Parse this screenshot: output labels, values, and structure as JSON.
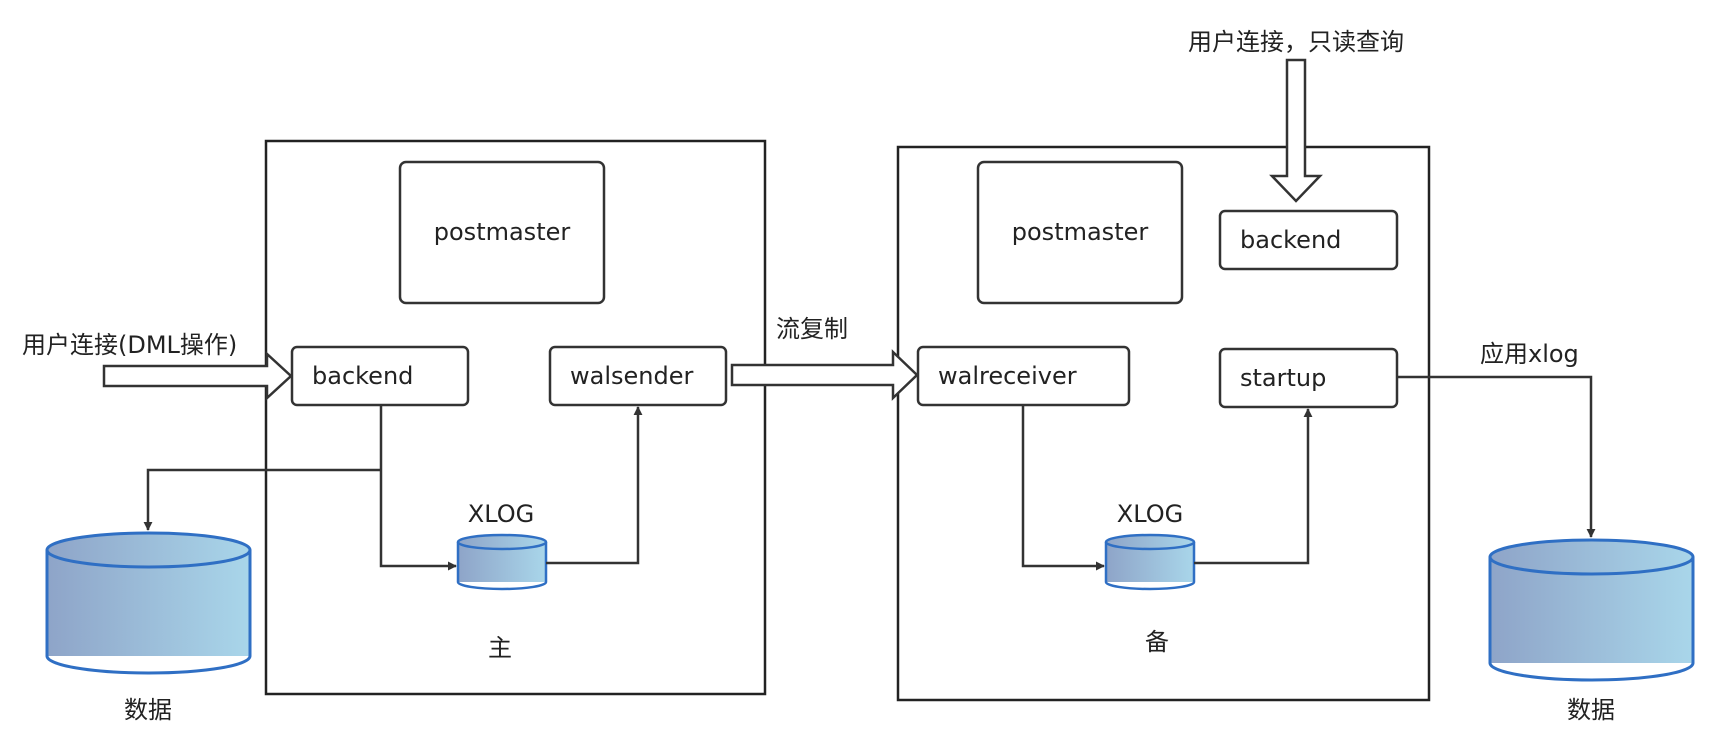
{
  "diagram": {
    "primary": {
      "caption": "主",
      "postmaster": "postmaster",
      "backend": "backend",
      "walsender": "walsender",
      "xlog": "XLOG"
    },
    "standby": {
      "caption": "备",
      "postmaster": "postmaster",
      "backend": "backend",
      "walreceiver": "walreceiver",
      "startup": "startup",
      "xlog": "XLOG"
    },
    "labels": {
      "user_dml": "用户连接(DML操作)",
      "user_readonly": "用户连接，只读查询",
      "stream_replication": "流复制",
      "apply_xlog": "应用xlog",
      "data_left": "数据",
      "data_right": "数据"
    },
    "colors": {
      "cylinder_start": "#8ea4c8",
      "cylinder_end": "#a9d6ea",
      "cylinder_stroke": "#2f6fc4",
      "line": "#333333"
    }
  }
}
